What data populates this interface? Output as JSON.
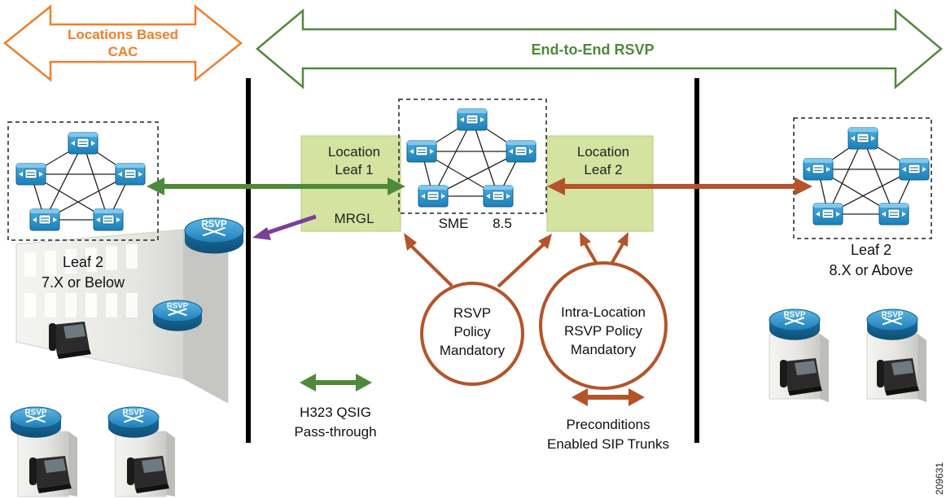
{
  "banners": {
    "locations_cac": {
      "line1": "Locations Based",
      "line2": "CAC",
      "color": "#f07f2d"
    },
    "end_to_end": {
      "label": "End-to-End RSVP",
      "color": "#4f8a3a"
    }
  },
  "boxes": {
    "location_leaf1": {
      "line1": "Location",
      "line2": "Leaf 1",
      "mrgl": "MRGL"
    },
    "location_leaf2": {
      "line1": "Location",
      "line2": "Leaf 2"
    },
    "fill": "#d4e3a0"
  },
  "clusters": {
    "left_leaf": {
      "line1": "Leaf 2",
      "line2": "7.X or Below"
    },
    "sme": {
      "label": "SME",
      "version": "8.5"
    },
    "right_leaf": {
      "line1": "Leaf 2",
      "line2": "8.X or Above"
    }
  },
  "policies": {
    "rsvp_policy": {
      "line1": "RSVP",
      "line2": "Policy",
      "line3": "Mandatory"
    },
    "intra_location": {
      "line1": "Intra-Location",
      "line2": "RSVP Policy",
      "line3": "Mandatory"
    }
  },
  "legend": {
    "h323": {
      "line1": "H323 QSIG",
      "line2": "Pass-through"
    },
    "preconditions": {
      "line1": "Preconditions",
      "line2": "Enabled SIP Trunks"
    }
  },
  "router_label": "RSVP",
  "figure_id": "209631",
  "colors": {
    "green": "#4f8a3a",
    "rust": "#b5532a",
    "purple": "#7b3f98",
    "orange": "#f07f2d",
    "cisco_blue": "#1e8fc6"
  }
}
